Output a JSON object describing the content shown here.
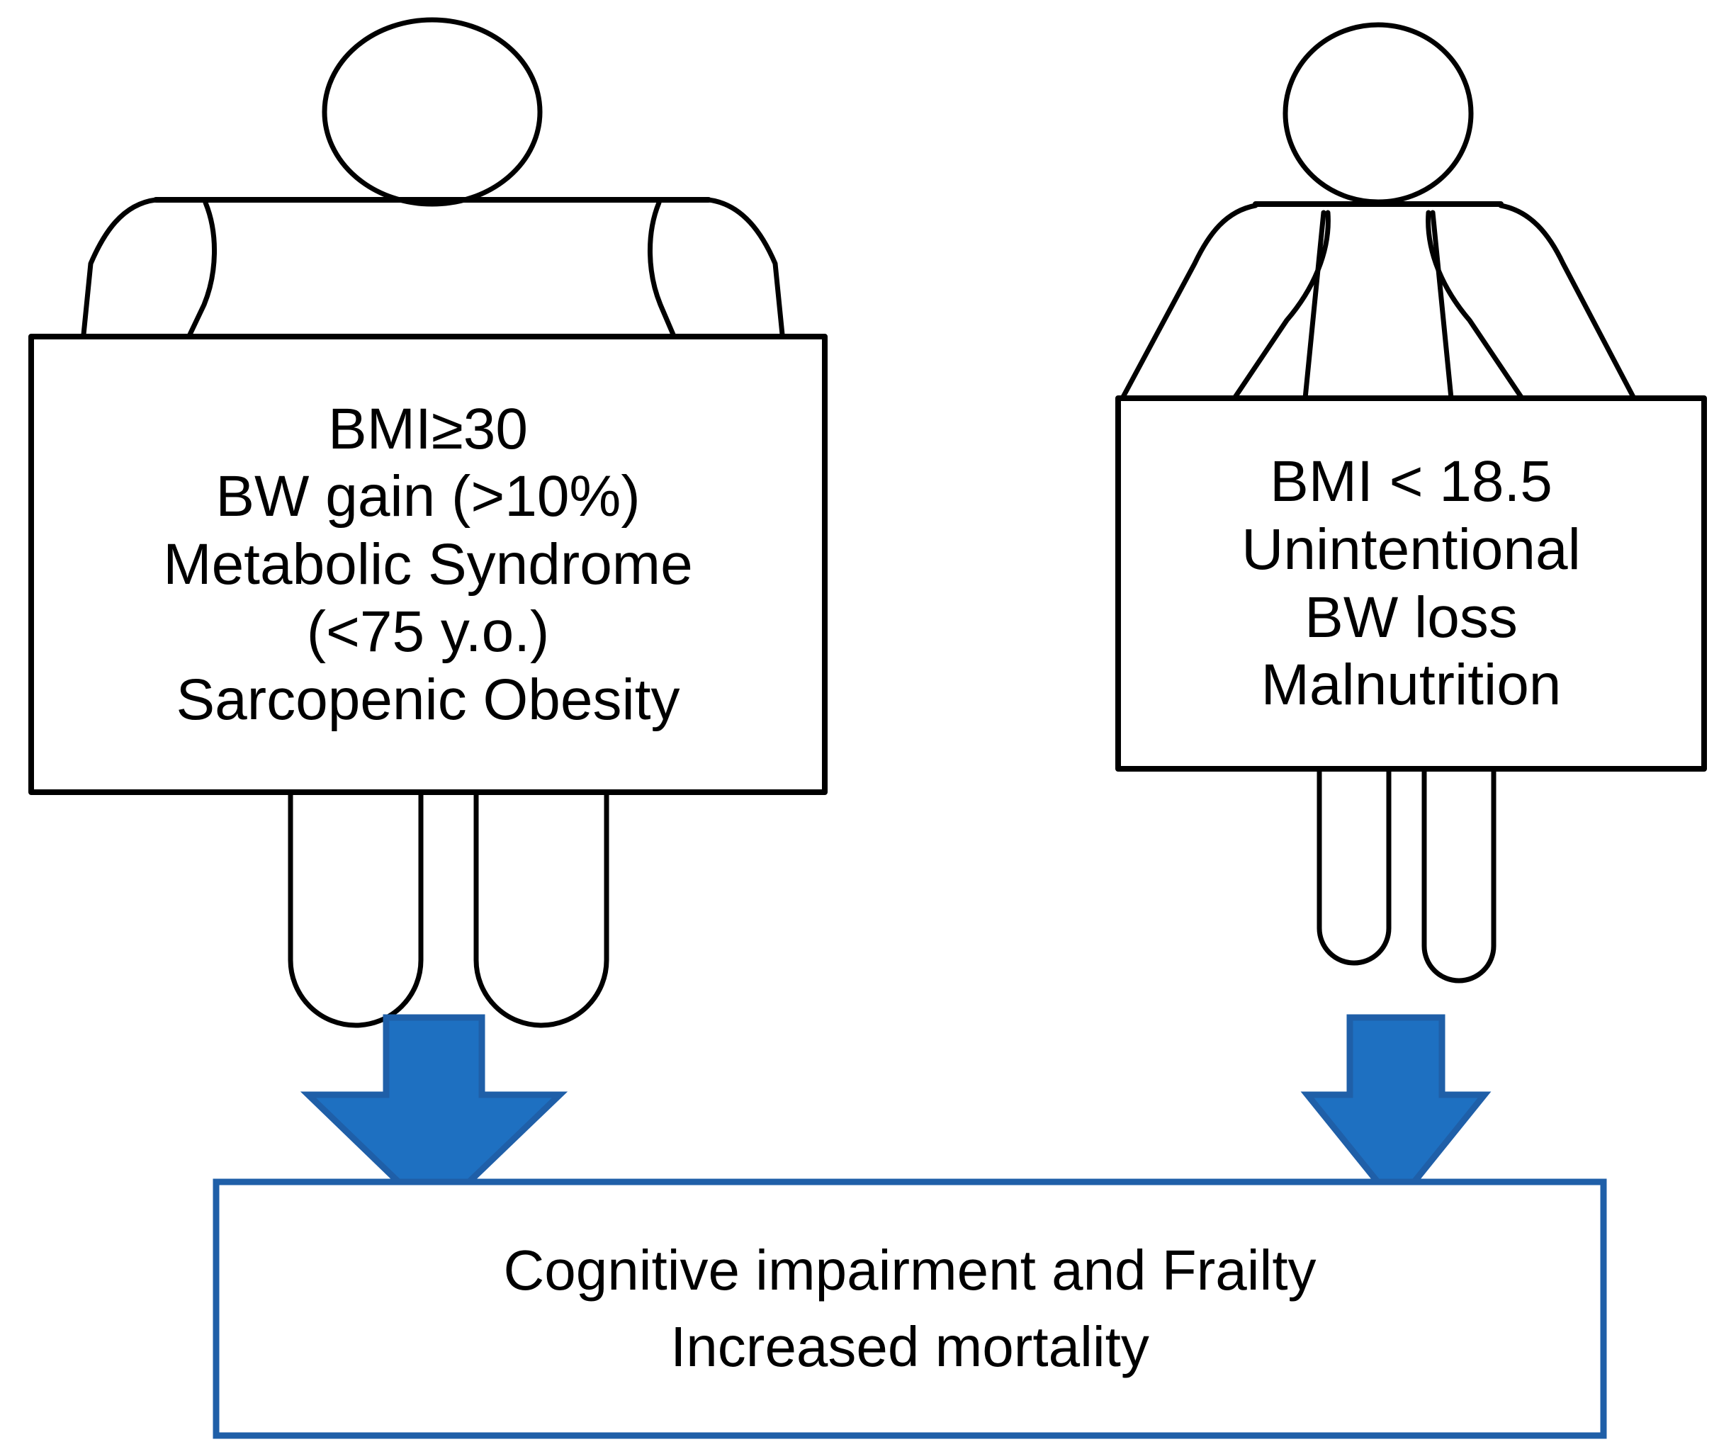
{
  "diagram": {
    "title": "Body weight extremes and cognitive/frailty outcomes",
    "colors": {
      "stroke": "#000000",
      "arrow_fill": "#1E70C1",
      "arrow_stroke": "#1F5FA8",
      "outcome_border": "#1F5FA8",
      "background": "#FFFFFF"
    },
    "left_figure": {
      "name": "obese-person-figure",
      "sign_lines": [
        "BMI≥30",
        "BW gain (>10%)",
        "Metabolic Syndrome",
        "(<75 y.o.)",
        "Sarcopenic Obesity"
      ]
    },
    "right_figure": {
      "name": "underweight-person-figure",
      "sign_lines": [
        "BMI < 18.5",
        "Unintentional",
        "BW loss",
        "Malnutrition"
      ]
    },
    "arrows": [
      {
        "name": "left-down-arrow",
        "direction": "down"
      },
      {
        "name": "right-down-arrow",
        "direction": "down"
      }
    ],
    "outcome": {
      "name": "outcome-box",
      "lines": [
        "Cognitive impairment and Frailty",
        "Increased mortality"
      ]
    }
  }
}
